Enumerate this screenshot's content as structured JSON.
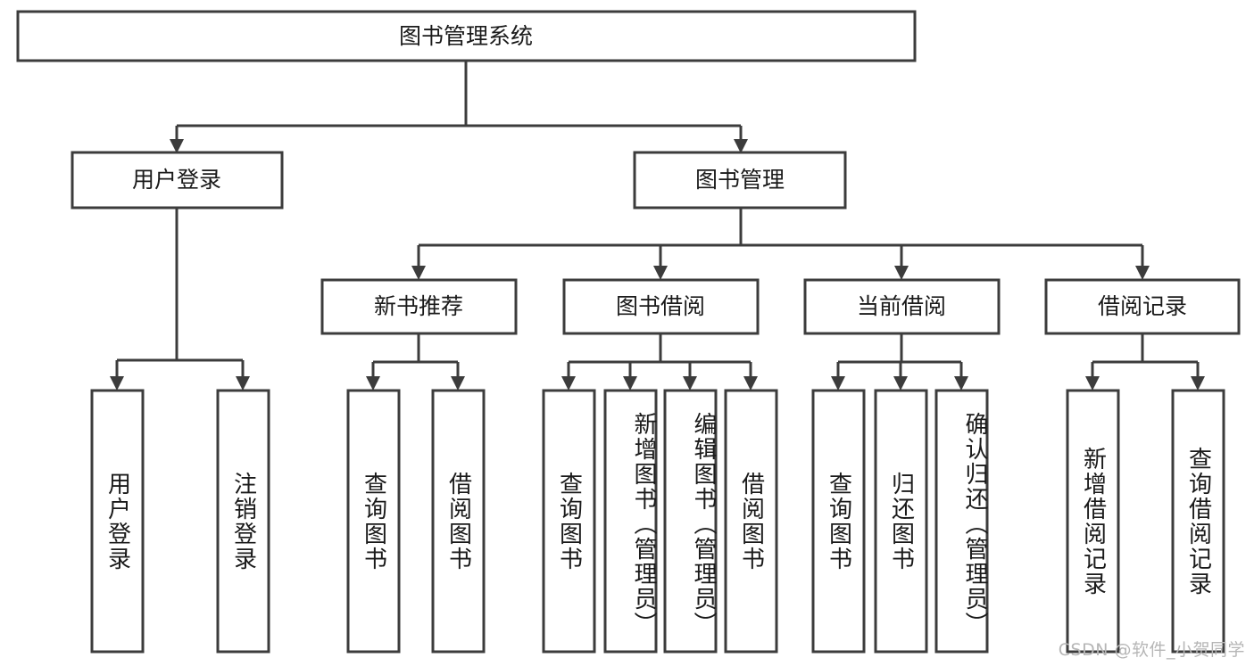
{
  "diagram": {
    "type": "tree-hierarchy",
    "title": "图书管理系统",
    "orientation": "top-down",
    "colors": {
      "box_stroke": "#3c3c3c",
      "box_fill": "#ffffff",
      "text": "#1a1a1a",
      "background": "#ffffff",
      "watermark": "#b6b6b6"
    },
    "root": {
      "id": "root",
      "label": "图书管理系统"
    },
    "level1": [
      {
        "id": "user-login",
        "label": "用户登录"
      },
      {
        "id": "book-manage",
        "label": "图书管理"
      }
    ],
    "level2": [
      {
        "id": "new-book-recommend",
        "label": "新书推荐",
        "parent": "book-manage"
      },
      {
        "id": "book-borrow",
        "label": "图书借阅",
        "parent": "book-manage"
      },
      {
        "id": "current-borrow",
        "label": "当前借阅",
        "parent": "book-manage"
      },
      {
        "id": "borrow-record",
        "label": "借阅记录",
        "parent": "book-manage"
      }
    ],
    "leaves": [
      {
        "id": "leaf-user-login",
        "label": "用户登录",
        "parent": "user-login"
      },
      {
        "id": "leaf-user-logout",
        "label": "注销登录",
        "parent": "user-login"
      },
      {
        "id": "leaf-query-book-1",
        "label": "查询图书",
        "parent": "new-book-recommend"
      },
      {
        "id": "leaf-borrow-book-1",
        "label": "借阅图书",
        "parent": "new-book-recommend"
      },
      {
        "id": "leaf-query-book-2",
        "label": "查询图书",
        "parent": "book-borrow"
      },
      {
        "id": "leaf-add-book",
        "label": "新增图书（管理员）",
        "parent": "book-borrow"
      },
      {
        "id": "leaf-edit-book",
        "label": "编辑图书（管理员）",
        "parent": "book-borrow"
      },
      {
        "id": "leaf-borrow-book-2",
        "label": "借阅图书",
        "parent": "book-borrow"
      },
      {
        "id": "leaf-query-book-3",
        "label": "查询图书",
        "parent": "current-borrow"
      },
      {
        "id": "leaf-return-book",
        "label": "归还图书",
        "parent": "current-borrow"
      },
      {
        "id": "leaf-confirm-return",
        "label": "确认归还（管理员）",
        "parent": "current-borrow"
      },
      {
        "id": "leaf-add-record",
        "label": "新增借阅记录",
        "parent": "borrow-record"
      },
      {
        "id": "leaf-query-record",
        "label": "查询借阅记录",
        "parent": "borrow-record"
      }
    ]
  },
  "watermark": {
    "text": "CSDN @软件_小贺同学"
  }
}
